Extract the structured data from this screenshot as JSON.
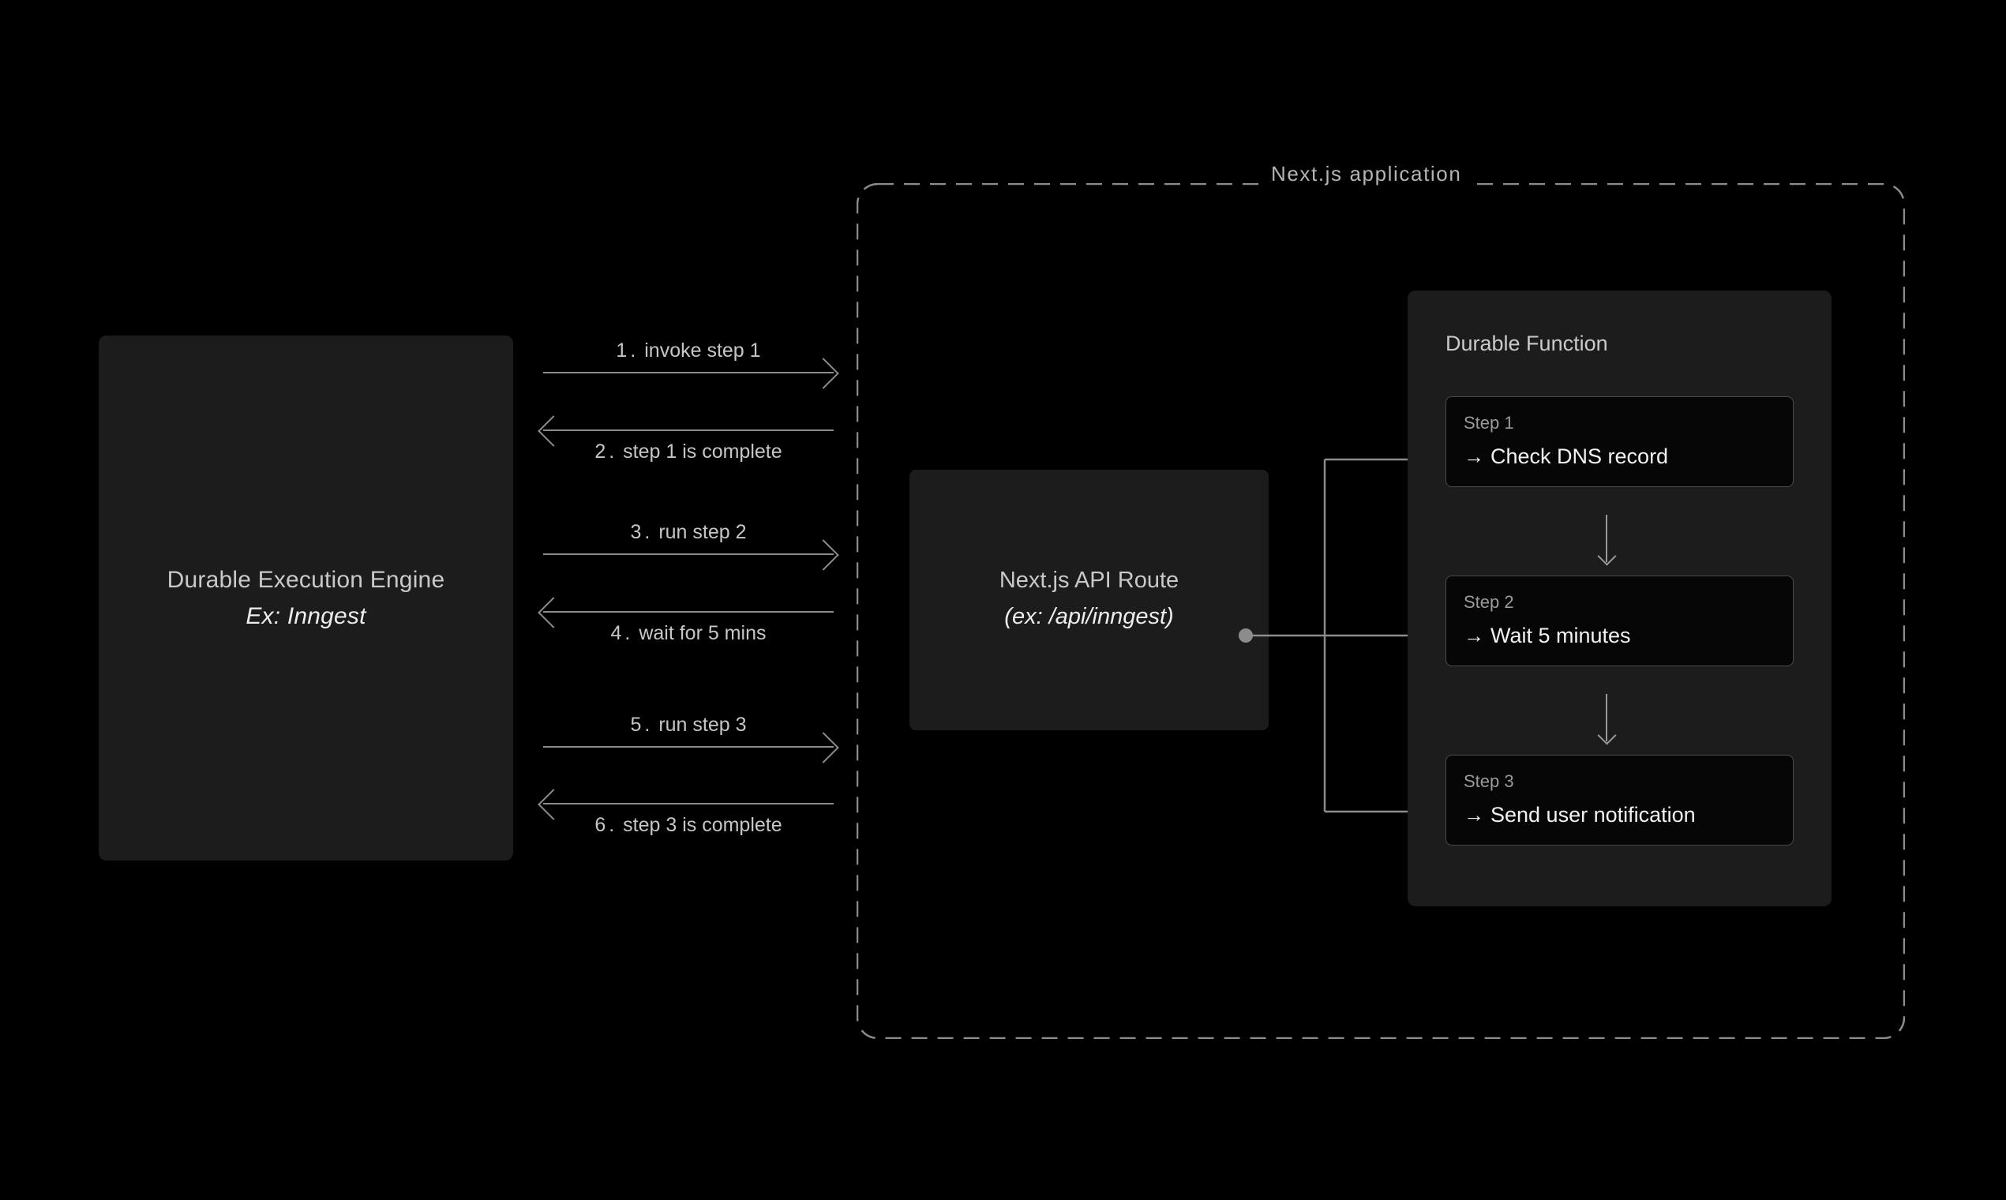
{
  "diagram": {
    "engine": {
      "title": "Durable Execution Engine",
      "subtitle": "Ex: Inngest"
    },
    "flows": [
      {
        "num": "1.",
        "text": "invoke step 1",
        "direction": "right",
        "label_position": "above"
      },
      {
        "num": "2.",
        "text": "step 1 is complete",
        "direction": "left",
        "label_position": "below"
      },
      {
        "num": "3.",
        "text": "run step 2",
        "direction": "right",
        "label_position": "above"
      },
      {
        "num": "4.",
        "text": "wait for 5 mins",
        "direction": "left",
        "label_position": "below"
      },
      {
        "num": "5.",
        "text": "run step 3",
        "direction": "right",
        "label_position": "above"
      },
      {
        "num": "6.",
        "text": "step 3 is complete",
        "direction": "left",
        "label_position": "below"
      }
    ],
    "application": {
      "title": "Next.js application",
      "api_route": {
        "title": "Next.js API Route",
        "path": "(ex: /api/inngest)"
      },
      "durable_function": {
        "title": "Durable Function",
        "steps": [
          {
            "label": "Step 1",
            "action": "Check DNS record",
            "arrow": "→"
          },
          {
            "label": "Step 2",
            "action": "Wait 5 minutes",
            "arrow": "→"
          },
          {
            "label": "Step 3",
            "action": "Send user notification",
            "arrow": "→"
          }
        ]
      }
    },
    "colors": {
      "background": "#000000",
      "panel": "#1c1c1c",
      "card": "#060606",
      "line": "#8c8c8c",
      "text_primary": "#f2f2f2",
      "text_muted": "#9b9b9b"
    }
  }
}
